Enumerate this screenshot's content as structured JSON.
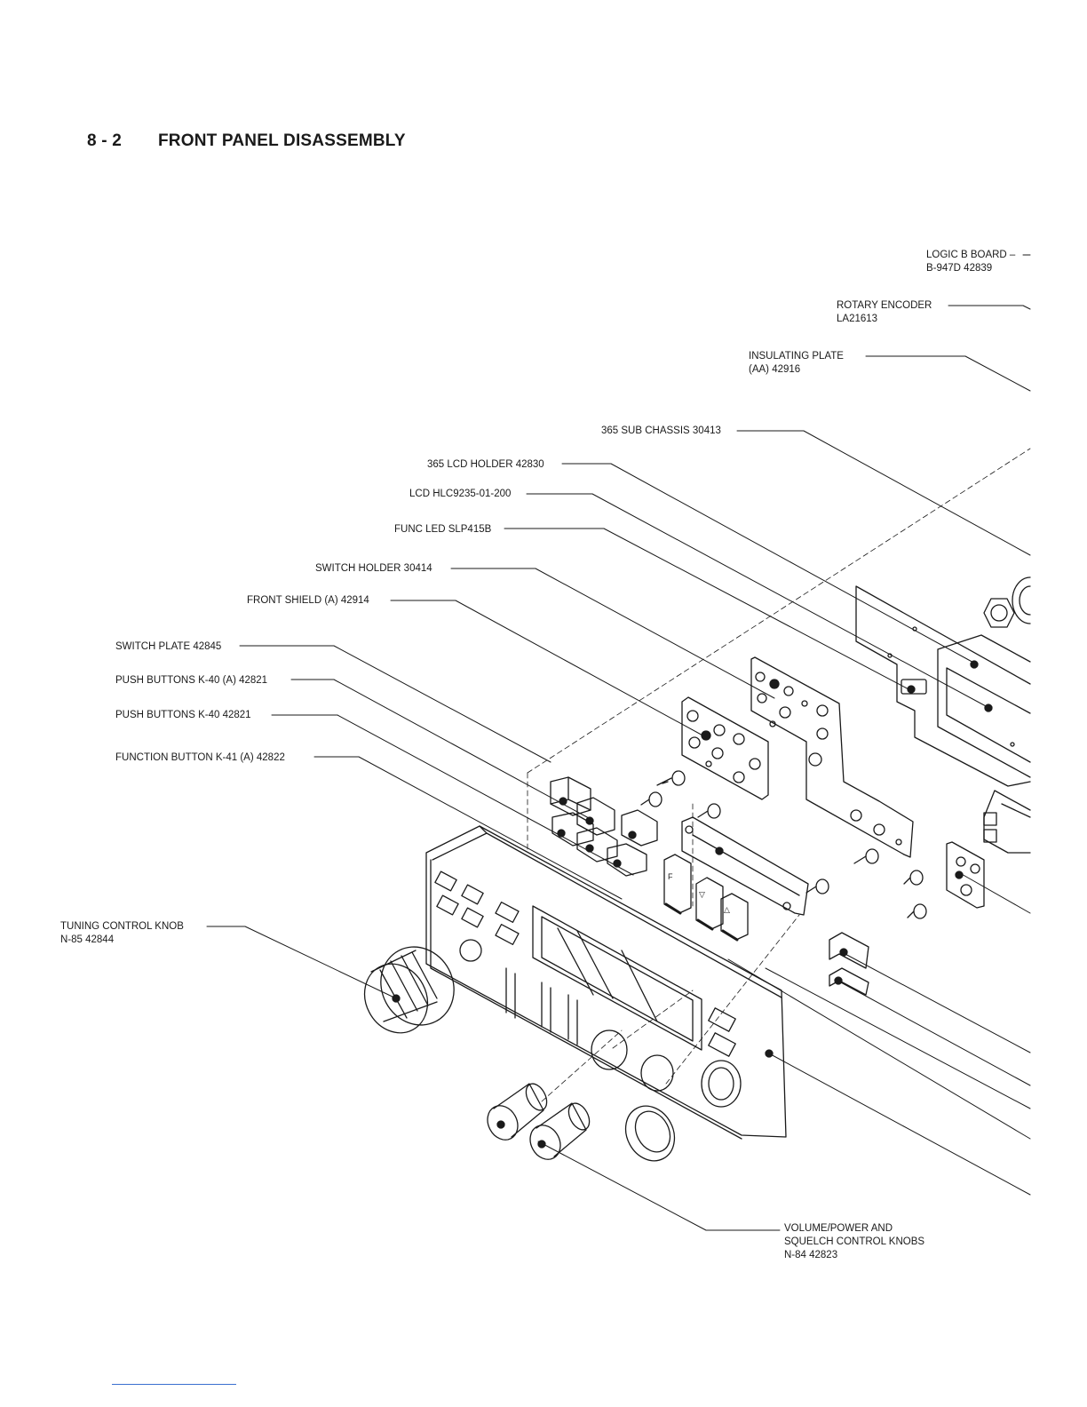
{
  "section": {
    "number": "8 - 2",
    "title": "FRONT PANEL DISASSEMBLY"
  },
  "callouts": [
    {
      "id": "logic-b-board",
      "line1": "LOGIC B BOARD –",
      "line2": "B-947D 42839"
    },
    {
      "id": "rotary-encoder",
      "line1": "ROTARY ENCODER",
      "line2": "LA21613"
    },
    {
      "id": "insulating-plate",
      "line1": "INSULATING PLATE",
      "line2": "(AA) 42916"
    },
    {
      "id": "sub-chassis",
      "line1": "365 SUB CHASSIS 30413",
      "line2": ""
    },
    {
      "id": "lcd-holder",
      "line1": "365 LCD HOLDER 42830",
      "line2": ""
    },
    {
      "id": "lcd",
      "line1": "LCD HLC9235-01-200",
      "line2": ""
    },
    {
      "id": "func-led",
      "line1": "FUNC LED SLP415B",
      "line2": ""
    },
    {
      "id": "switch-holder",
      "line1": "SWITCH HOLDER 30414",
      "line2": ""
    },
    {
      "id": "front-shield",
      "line1": "FRONT SHIELD (A) 42914",
      "line2": ""
    },
    {
      "id": "switch-plate",
      "line1": "SWITCH PLATE 42845",
      "line2": ""
    },
    {
      "id": "push-buttons-a",
      "line1": "PUSH BUTTONS K-40 (A) 42821",
      "line2": ""
    },
    {
      "id": "push-buttons",
      "line1": "PUSH BUTTONS K-40 42821",
      "line2": ""
    },
    {
      "id": "function-button",
      "line1": "FUNCTION BUTTON K-41 (A) 42822",
      "line2": ""
    },
    {
      "id": "tuning-knob",
      "line1": "TUNING CONTROL KNOB",
      "line2": "N-85 42844"
    },
    {
      "id": "volume-knobs",
      "line1": "VOLUME/POWER AND",
      "line2": "SQUELCH CONTROL KNOBS",
      "line3": "N-84 42823"
    }
  ],
  "button_glyphs": {
    "f": "F",
    "down": "▽",
    "up": "△"
  },
  "colors": {
    "ink": "#1a1a1a",
    "paper": "#ffffff",
    "footer_rule": "#3a6fd0"
  }
}
